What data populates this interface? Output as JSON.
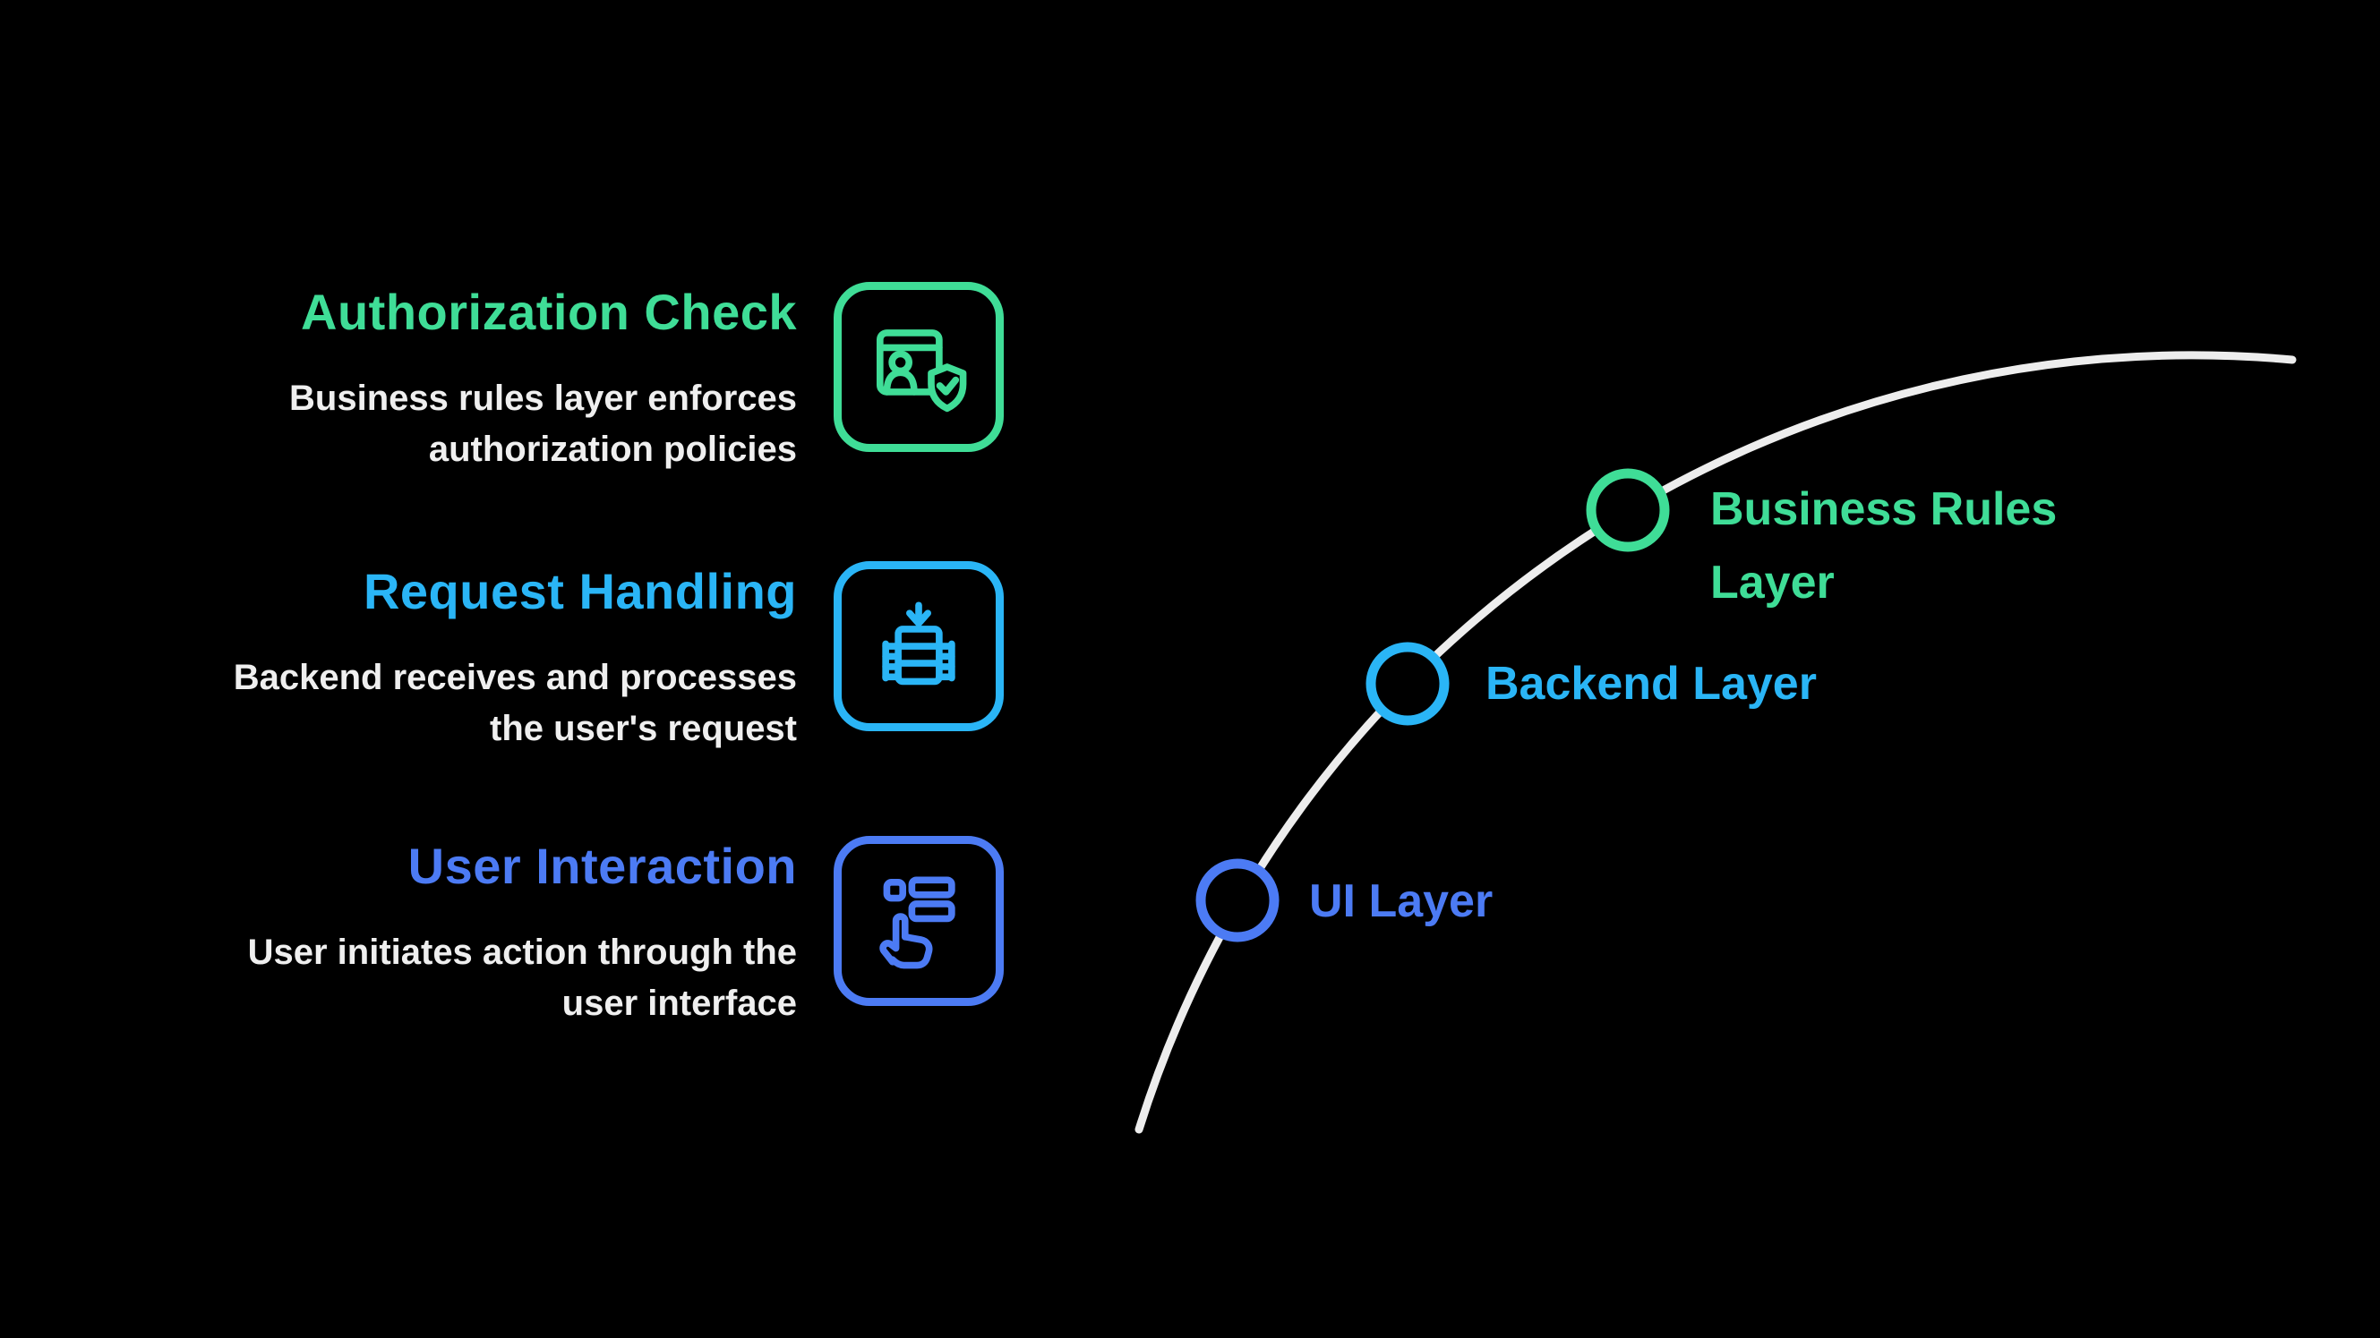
{
  "canvas": {
    "background": "#000000"
  },
  "features": [
    {
      "title": "Authorization Check",
      "accent": "#3FDD97",
      "lines": [
        "Business rules layer enforces",
        "authorization policies"
      ],
      "icon": "window-user-shield-check-icon"
    },
    {
      "title": "Request Handling",
      "accent": "#2AB5F6",
      "lines": [
        "Backend receives and processes",
        "the user's request"
      ],
      "icon": "server-process-download-icon"
    },
    {
      "title": "User Interaction",
      "accent": "#4C7BF4",
      "lines": [
        "User initiates action through the",
        "user interface"
      ],
      "icon": "hand-pointer-list-icon"
    }
  ],
  "flow": {
    "curve_color": "#F7F7F7",
    "markers": [
      {
        "lines": [
          "UI Layer"
        ],
        "accent": "#4C7BF4"
      },
      {
        "lines": [
          "Backend Layer"
        ],
        "accent": "#2AB5F6"
      },
      {
        "lines": [
          "Business Rules",
          "Layer"
        ],
        "accent": "#3FDD97"
      }
    ]
  }
}
